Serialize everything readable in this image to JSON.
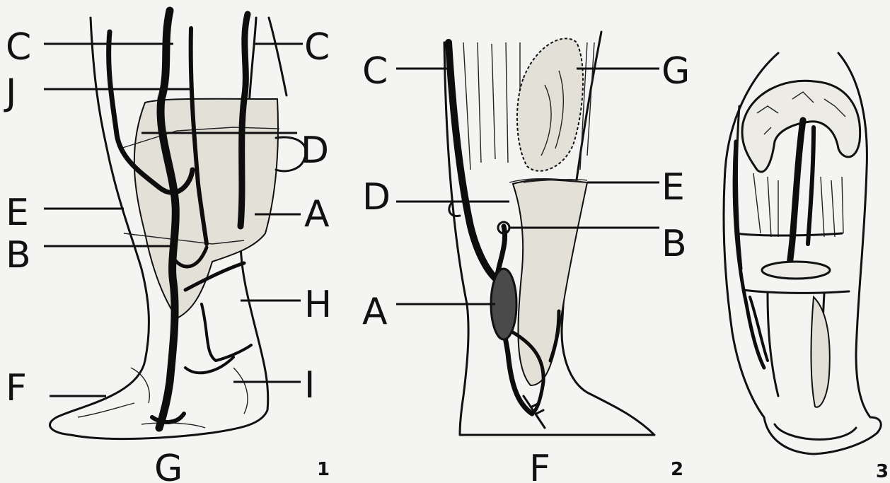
{
  "figure1": {
    "labels_left": [
      "C",
      "J",
      "E",
      "B",
      "F"
    ],
    "labels_right": [
      "C",
      "D",
      "A",
      "H",
      "I"
    ],
    "bottom_letter": "G",
    "number": "1"
  },
  "figure2": {
    "labels_left": [
      "C",
      "D",
      "A"
    ],
    "labels_right": [
      "G",
      "E",
      "B"
    ],
    "bottom_letter": "F",
    "number": "2"
  },
  "figure3": {
    "number": "3"
  }
}
